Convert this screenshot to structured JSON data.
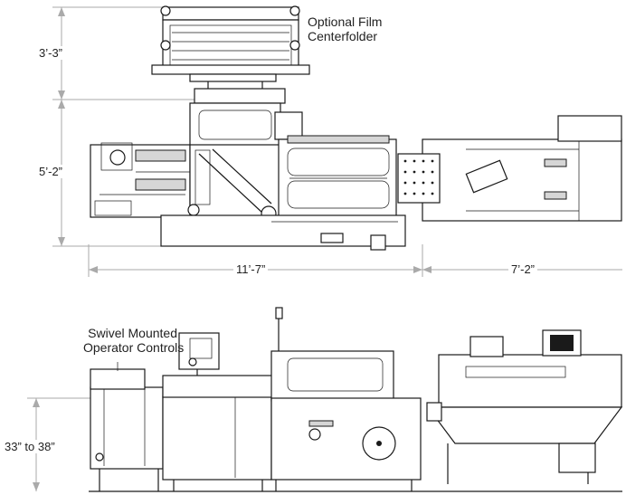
{
  "dimensions": {
    "centerfolder_height": "3’-3”",
    "machine_width": "5’-2”",
    "main_length": "11’-7”",
    "tunnel_length": "7’-2”",
    "infeed_height": "33” to 38”"
  },
  "callouts": {
    "centerfolder": [
      "Optional Film",
      "Centerfolder"
    ],
    "controls": [
      "Swivel Mounted",
      "Operator Controls"
    ]
  }
}
